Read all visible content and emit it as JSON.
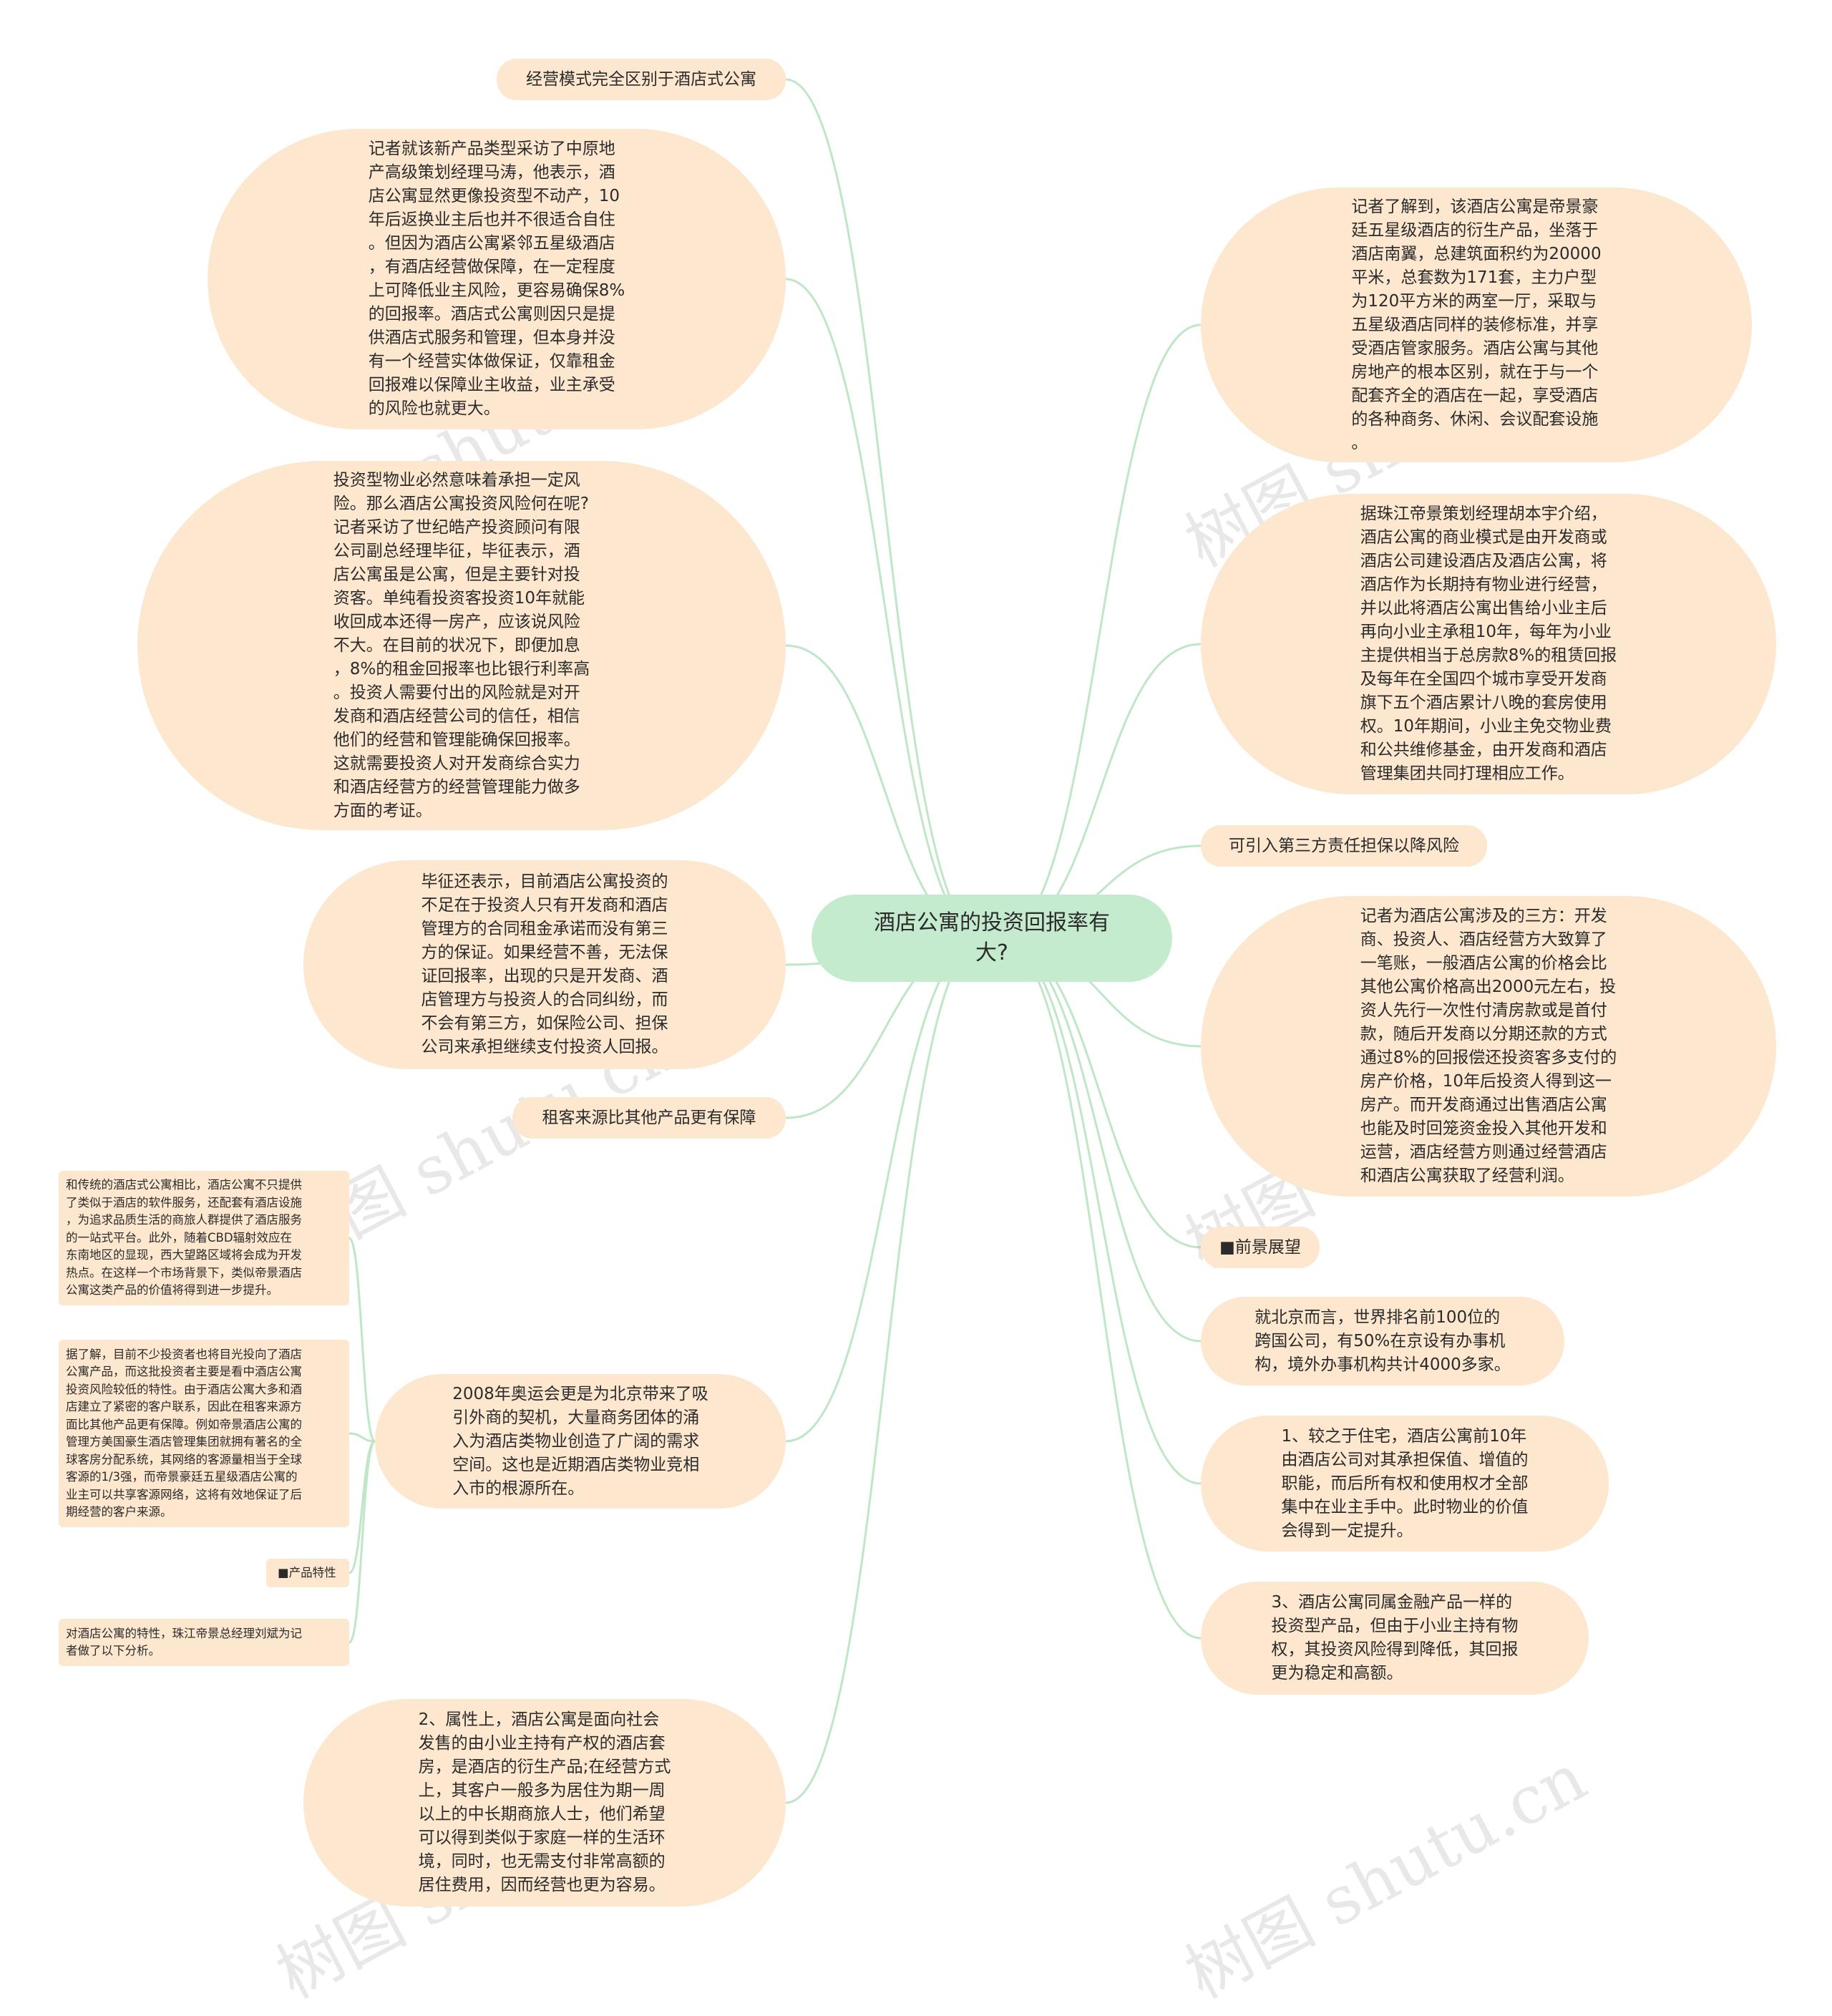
{
  "root": {
    "label": "酒店公寓的投资回报率有\n大?"
  },
  "left": [
    {
      "id": "L1",
      "text": "经营模式完全区别于酒店式公寓"
    },
    {
      "id": "L2",
      "text": "记者就该新产品类型采访了中原地\n产高级策划经理马涛，他表示，酒\n店公寓显然更像投资型不动产，10\n年后返换业主后也并不很适合自住\n。但因为酒店公寓紧邻五星级酒店\n，有酒店经营做保障，在一定程度\n上可降低业主风险，更容易确保8%\n的回报率。酒店式公寓则因只是提\n供酒店式服务和管理，但本身并没\n有一个经营实体做保证，仅靠租金\n回报难以保障业主收益，业主承受\n的风险也就更大。"
    },
    {
      "id": "L3",
      "text": "投资型物业必然意味着承担一定风\n险。那么酒店公寓投资风险何在呢?\n记者采访了世纪皓产投资顾问有限\n公司副总经理毕征，毕征表示，酒\n店公寓虽是公寓，但是主要针对投\n资客。单纯看投资客投资10年就能\n收回成本还得一房产，应该说风险\n不大。在目前的状况下，即便加息\n，8%的租金回报率也比银行利率高\n。投资人需要付出的风险就是对开\n发商和酒店经营公司的信任，相信\n他们的经营和管理能确保回报率。\n这就需要投资人对开发商综合实力\n和酒店经营方的经营管理能力做多\n方面的考证。"
    },
    {
      "id": "L4",
      "text": "毕征还表示，目前酒店公寓投资的\n不足在于投资人只有开发商和酒店\n管理方的合同租金承诺而没有第三\n方的保证。如果经营不善，无法保\n证回报率，出现的只是开发商、酒\n店管理方与投资人的合同纠纷，而\n不会有第三方，如保险公司、担保\n公司来承担继续支付投资人回报。"
    },
    {
      "id": "L5",
      "text": "租客来源比其他产品更有保障"
    },
    {
      "id": "L6",
      "text": "2008年奥运会更是为北京带来了吸\n引外商的契机，大量商务团体的涌\n入为酒店类物业创造了广阔的需求\n空间。这也是近期酒店类物业竞相\n入市的根源所在。"
    },
    {
      "id": "L7",
      "text": "2、属性上，酒店公寓是面向社会\n发售的由小业主持有产权的酒店套\n房，是酒店的衍生产品;在经营方式\n上，其客户一般多为居住为期一周\n以上的中长期商旅人士，他们希望\n可以得到类似于家庭一样的生活环\n境，同时，也无需支付非常高额的\n居住费用，因而经营也更为容易。"
    }
  ],
  "left_small": [
    {
      "id": "S1",
      "text": "和传统的酒店式公寓相比，酒店公寓不只提供\n了类似于酒店的软件服务，还配套有酒店设施\n，为追求品质生活的商旅人群提供了酒店服务\n的一站式平台。此外，随着CBD辐射效应在\n东南地区的显现，西大望路区域将会成为开发\n热点。在这样一个市场背景下，类似帝景酒店\n公寓这类产品的价值将得到进一步提升。"
    },
    {
      "id": "S2",
      "text": "据了解，目前不少投资者也将目光投向了酒店\n公寓产品，而这批投资者主要是看中酒店公寓\n投资风险较低的特性。由于酒店公寓大多和酒\n店建立了紧密的客户联系，因此在租客来源方\n面比其他产品更有保障。例如帝景酒店公寓的\n管理方美国豪生酒店管理集团就拥有著名的全\n球客房分配系统，其网络的客源量相当于全球\n客源的1/3强，而帝景豪廷五星级酒店公寓的\n业主可以共享客源网络，这将有效地保证了后\n期经营的客户来源。"
    },
    {
      "id": "S3",
      "text": "■产品特性"
    },
    {
      "id": "S4",
      "text": "对酒店公寓的特性，珠江帝景总经理刘斌为记\n者做了以下分析。"
    }
  ],
  "right": [
    {
      "id": "R1",
      "text": "记者了解到，该酒店公寓是帝景豪\n廷五星级酒店的衍生产品，坐落于\n酒店南翼，总建筑面积约为20000\n平米，总套数为171套，主力户型\n为120平方米的两室一厅，采取与\n五星级酒店同样的装修标准，并享\n受酒店管家服务。酒店公寓与其他\n房地产的根本区别，就在于与一个\n配套齐全的酒店在一起，享受酒店\n的各种商务、休闲、会议配套设施\n。"
    },
    {
      "id": "R2",
      "text": "据珠江帝景策划经理胡本宇介绍，\n酒店公寓的商业模式是由开发商或\n酒店公司建设酒店及酒店公寓，将\n酒店作为长期持有物业进行经营，\n并以此将酒店公寓出售给小业主后\n再向小业主承租10年，每年为小业\n主提供相当于总房款8%的租赁回报\n及每年在全国四个城市享受开发商\n旗下五个酒店累计八晚的套房使用\n权。10年期间，小业主免交物业费\n和公共维修基金，由开发商和酒店\n管理集团共同打理相应工作。"
    },
    {
      "id": "R3",
      "text": "可引入第三方责任担保以降风险"
    },
    {
      "id": "R4",
      "text": "记者为酒店公寓涉及的三方：开发\n商、投资人、酒店经营方大致算了\n一笔账，一般酒店公寓的价格会比\n其他公寓价格高出2000元左右，投\n资人先行一次性付清房款或是首付\n款，随后开发商以分期还款的方式\n通过8%的回报偿还投资客多支付的\n房产价格，10年后投资人得到这一\n房产。而开发商通过出售酒店公寓\n也能及时回笼资金投入其他开发和\n运营，酒店经营方则通过经营酒店\n和酒店公寓获取了经营利润。"
    },
    {
      "id": "R5",
      "text": "■前景展望"
    },
    {
      "id": "R6",
      "text": "就北京而言，世界排名前100位的\n跨国公司，有50%在京设有办事机\n构，境外办事机构共计4000多家。"
    },
    {
      "id": "R7",
      "text": "1、较之于住宅，酒店公寓前10年\n由酒店公司对其承担保值、增值的\n职能，而后所有权和使用权才全部\n集中在业主手中。此时物业的价值\n会得到一定提升。"
    },
    {
      "id": "R8",
      "text": "3、酒店公寓同属金融产品一样的\n投资型产品，但由于小业主持有物\n权，其投资风险得到降低，其回报\n更为稳定和高额。"
    }
  ],
  "watermark": {
    "text": "树图 shutu.cn"
  },
  "colors": {
    "node": "#fde7cf",
    "root": "#c5ebcf",
    "line": "#bfe6c6"
  }
}
